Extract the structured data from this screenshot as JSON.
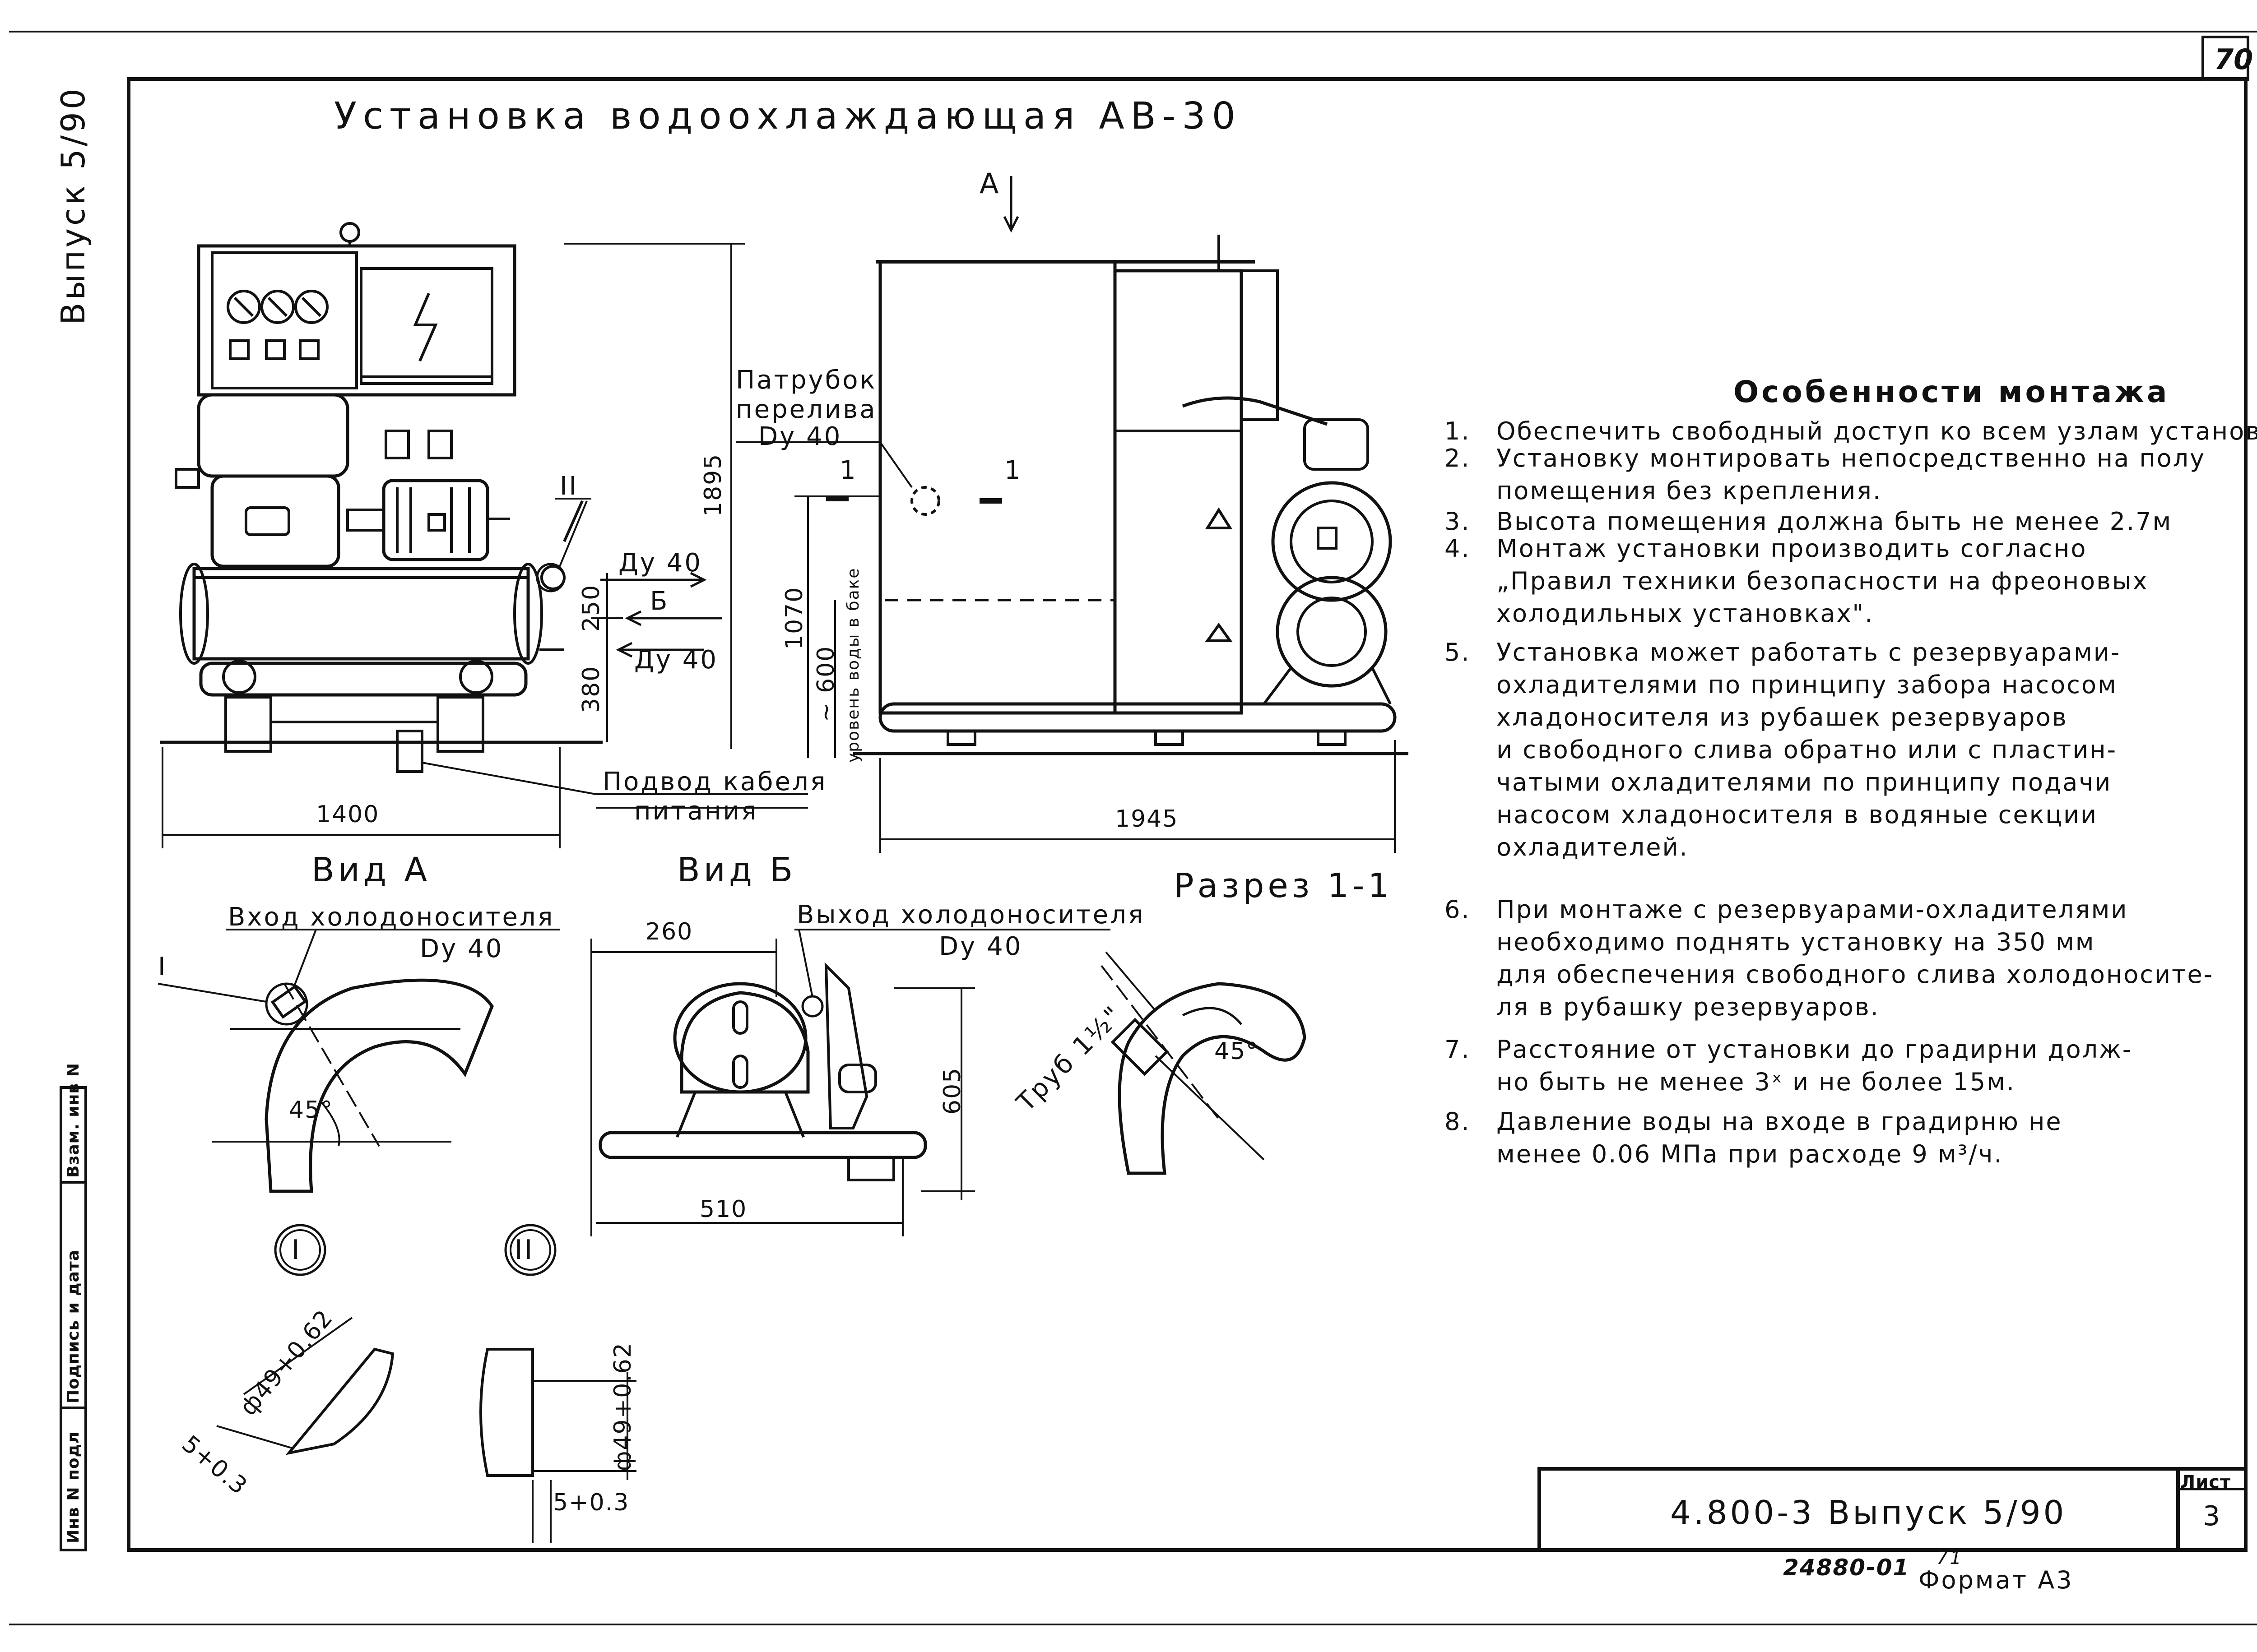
{
  "page_number": "70",
  "title": "Установка водоохлаждающая АВ-30",
  "side_issue": "Выпуск 5/90",
  "notes": {
    "heading": "Особенности монтажа",
    "items": [
      {
        "num": "1.",
        "lines": [
          "Обеспечить свободный доступ ко всем узлам установки"
        ]
      },
      {
        "num": "2.",
        "lines": [
          "Установку монтировать непосредственно на полу",
          "помещения без крепления."
        ]
      },
      {
        "num": "3.",
        "lines": [
          "Высота помещения должна быть не менее 2.7м"
        ]
      },
      {
        "num": "4.",
        "lines": [
          "Монтаж установки производить согласно",
          "„Правил техники безопасности на фреоновых",
          "холодильных установках\"."
        ]
      },
      {
        "num": "5.",
        "lines": [
          "Установка может работать с резервуарами-",
          "охладителями по принципу забора насосом",
          "хладоносителя из рубашек резервуаров",
          "и свободного слива обратно или с пластин-",
          "чатыми охладителями по принципу подачи",
          "насосом хладоносителя в водяные секции",
          "охладителей."
        ]
      },
      {
        "num": "6.",
        "lines": [
          "При монтаже с резервуарами-охладителями",
          "необходимо поднять установку на 350 мм",
          "для обеспечения свободного слива холодоносите-",
          "ля в рубашку резервуаров."
        ]
      },
      {
        "num": "7.",
        "lines": [
          "Расстояние от установки до градирни долж-",
          "но быть не менее 3ˣ и не более 15м."
        ]
      },
      {
        "num": "8.",
        "lines": [
          "Давление воды на входе в градирню не",
          "менее 0.06 МПа при расходе 9 м³/ч."
        ]
      }
    ]
  },
  "labels": {
    "arrow_a": "А",
    "overflow_1": "Патрубок",
    "overflow_2": "перелива",
    "overflow_3": "Dу 40",
    "cable_1": "Подвод кабеля",
    "cable_2": "питания",
    "dy40_top": "Ду 40",
    "b_arrow": "Б",
    "dy40_bottom": "Ду 40",
    "marker_II": "II",
    "marker_I": "I",
    "section_1": "1",
    "water_level": "уровень воды в баке",
    "view_a": "Вид А",
    "view_b": "Вид Б",
    "section": "Разрез 1-1",
    "inlet": "Вход холодоносителя",
    "inlet_dy": "Dу 40",
    "outlet": "Выход холодоносителя",
    "outlet_dy": "Dу 40",
    "pipe": "Труб 1½\"",
    "callout_I": "I",
    "callout_II": "II"
  },
  "dimensions": {
    "d1895": "1895",
    "d250": "250",
    "d380": "380",
    "d1400": "1400",
    "d1070": "1070",
    "d600": "~ 600",
    "d1945": "1945",
    "d260": "260",
    "d605": "605",
    "d510": "510",
    "angle_a": "45°",
    "angle_s": "45°",
    "phi_I": "ф49+0.62",
    "tol_I": "5+0.3",
    "phi_II": "ф49+0.62",
    "tol_II": "5+0.3"
  },
  "stamp_cells": [
    "Инв N подл",
    "Подпись и дата",
    "Взам. инв N"
  ],
  "title_block": {
    "code": "4.800-3   Выпуск 5/90",
    "sheet_label": "Лист",
    "sheet_no": "3"
  },
  "footer": {
    "doc_no": "24880-01",
    "doc_sub": "71",
    "format": "Формат А3"
  }
}
